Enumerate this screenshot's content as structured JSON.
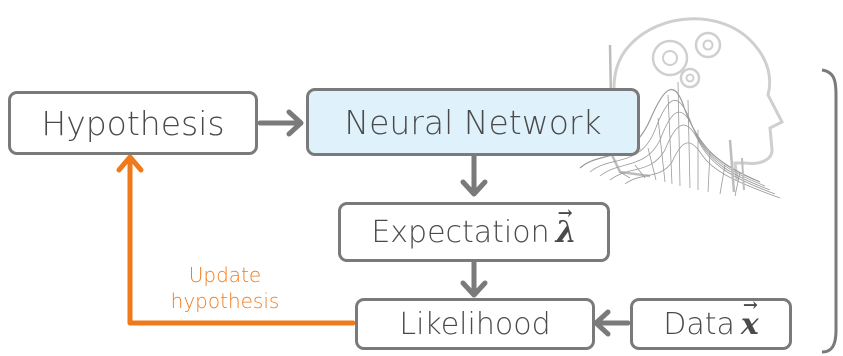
{
  "nodes": {
    "hypothesis": "Hypothesis",
    "neural_network": "Neural Network",
    "expectation": "Expectation",
    "expectation_symbol": "λ",
    "likelihood": "Likelihood",
    "data": "Data",
    "data_symbol": "x"
  },
  "feedback_label": {
    "line1": "Update",
    "line2": "hypothesis"
  },
  "colors": {
    "box_border": "#7a7a7a",
    "neural_network_fill": "#dff1fa",
    "feedback_arrow": "#f07a1a"
  },
  "decorations": [
    "head-with-gears-icon",
    "probability-surface-plot-icon"
  ]
}
